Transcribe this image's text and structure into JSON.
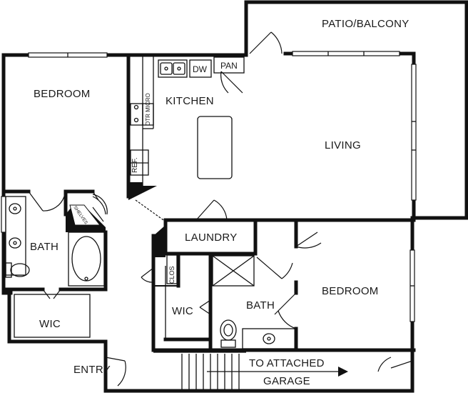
{
  "rooms": {
    "patio": "PATIO/BALCONY",
    "kitchen": "KITCHEN",
    "living": "LIVING",
    "bedroom1": "BEDROOM",
    "bath1": "BATH",
    "wic1": "WIC",
    "laundry": "LAUNDRY",
    "bedroom2": "BEDROOM",
    "bath2": "BATH",
    "wic2": "WIC",
    "entry": "ENTRY",
    "garage_line1": "TO ATTACHED",
    "garage_line2": "GARAGE"
  },
  "fixtures": {
    "dw": "DW",
    "pan": "PAN",
    "ref": "REF.",
    "otr_micro": "OTR MICRO",
    "shelves": "SHELVES",
    "clos": "CLOS"
  }
}
